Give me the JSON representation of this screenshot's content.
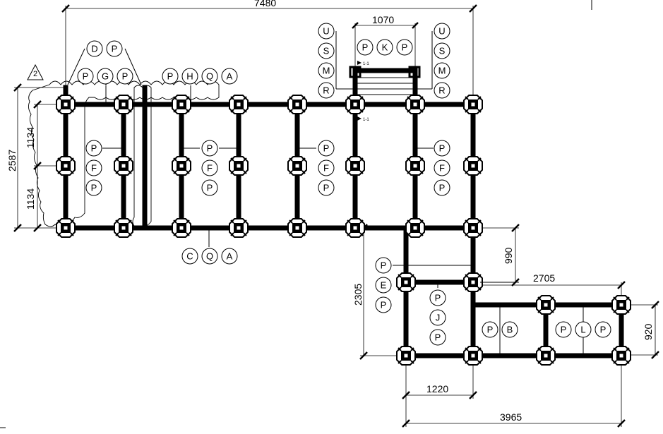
{
  "drawing": {
    "revision_marker": "2",
    "dimensions": {
      "overall_top": "7480",
      "platform_top": "1070",
      "left_overall": "2587",
      "left_upper": "1134",
      "left_lower": "1134",
      "right_upper": "990",
      "right_run": "2705",
      "lower_left": "2305",
      "lower_right": "920",
      "bottom_short": "1220",
      "bottom_long": "3965"
    },
    "section_marks": {
      "upper": "1-1",
      "lower": "1-1"
    },
    "callouts": {
      "dp": [
        "D",
        "P"
      ],
      "pgp": [
        "P",
        "G",
        "P"
      ],
      "phqa": [
        "P",
        "H",
        "Q",
        "A"
      ],
      "usmr_left": [
        "U",
        "S",
        "M",
        "R"
      ],
      "pkp": [
        "P",
        "K",
        "P"
      ],
      "usmr_right": [
        "U",
        "S",
        "M",
        "R"
      ],
      "pfp_1": [
        "P",
        "F",
        "P"
      ],
      "pfp_2": [
        "P",
        "F",
        "P"
      ],
      "pfp_3": [
        "P",
        "F",
        "P"
      ],
      "pfp_4": [
        "P",
        "F",
        "P"
      ],
      "cqa": [
        "C",
        "Q",
        "A"
      ],
      "pep": [
        "P",
        "E",
        "P"
      ],
      "pjp": [
        "P",
        "J",
        "P"
      ],
      "pb": [
        "P",
        "B"
      ],
      "plp": [
        "P",
        "L",
        "P"
      ]
    }
  }
}
